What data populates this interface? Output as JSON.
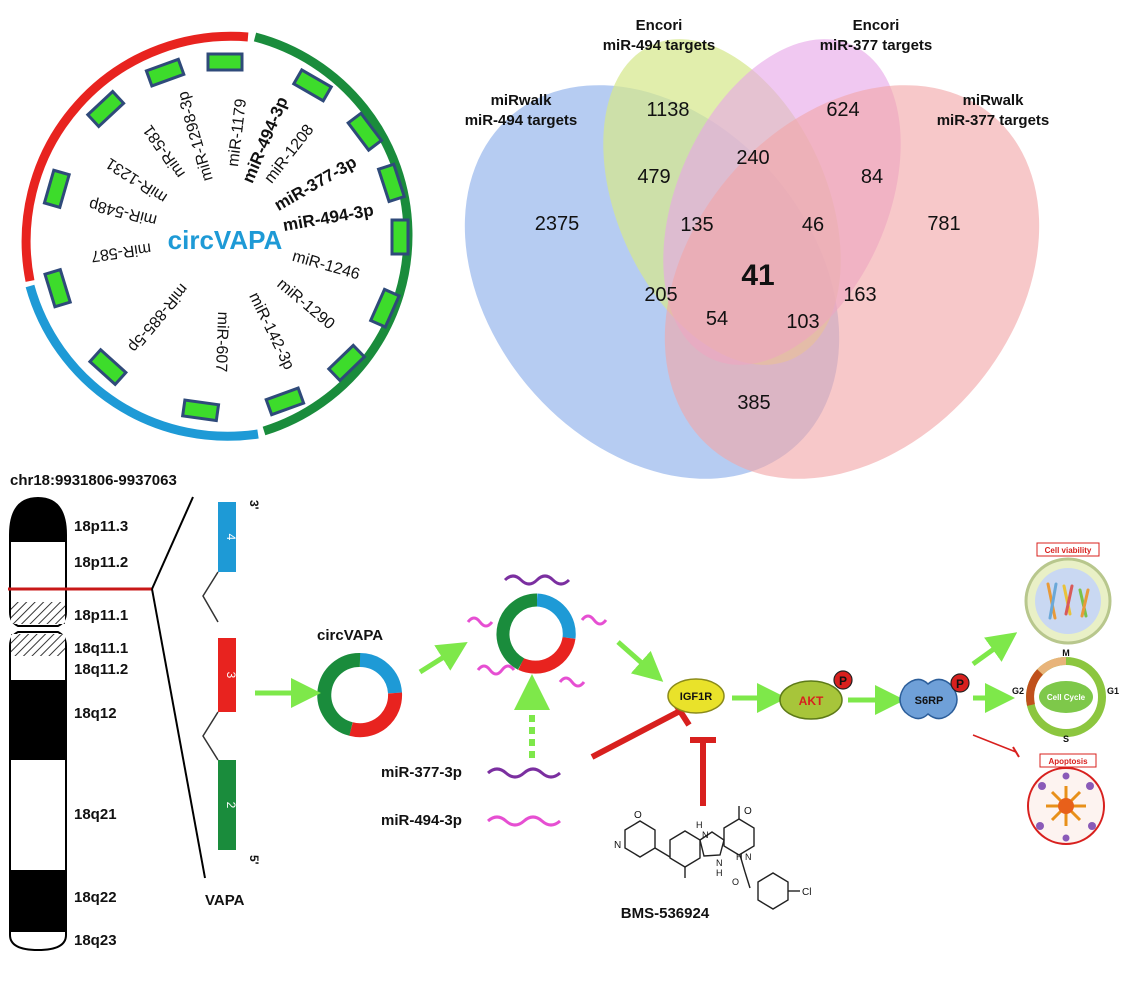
{
  "circ": {
    "center_label": "circVAPA",
    "mirnas": [
      "miR-1179",
      "miR-494-3p",
      "miR-1208",
      "miR-377-3p",
      "miR-494-3p",
      "miR-1246",
      "miR-1290",
      "miR-142-3p",
      "miR-607",
      "miR-885-5p",
      "miR-587",
      "miR-548p",
      "miR-1231",
      "miR-581",
      "miR-1298-3p"
    ],
    "bold": [
      "miR-494-3p",
      "miR-377-3p"
    ],
    "colors": {
      "red": "#e8231f",
      "green": "#1a8c3c",
      "blue": "#1e9ad6",
      "site": "#3ddc2b",
      "site_border": "#2f4a7a"
    }
  },
  "venn": {
    "sets": [
      {
        "label1": "miRwalk",
        "label2": "miR-494 targets",
        "color": "#9dbbed"
      },
      {
        "label1": "Encori",
        "label2": "miR-494 targets",
        "color": "#d6e88c"
      },
      {
        "label1": "Encori",
        "label2": "miR-377 targets",
        "color": "#e7a7e8"
      },
      {
        "label1": "miRwalk",
        "label2": "miR-377 targets",
        "color": "#f2a6a8"
      }
    ],
    "counts": [
      "2375",
      "1138",
      "624",
      "781",
      "479",
      "240",
      "84",
      "135",
      "46",
      "205",
      "41",
      "163",
      "54",
      "103",
      "385"
    ]
  },
  "chromosome": {
    "locus": "chr18:9931806-9937063",
    "bands": [
      "18p11.3",
      "18p11.2",
      "18p11.1",
      "18q11.1",
      "18q11.2",
      "18q12",
      "18q21",
      "18q22",
      "18q23"
    ]
  },
  "gene": {
    "name": "VAPA",
    "exons": [
      "4",
      "3",
      "2"
    ],
    "end3": "3'",
    "end5": "5'"
  },
  "pathway": {
    "circ_label": "circVAPA",
    "mir377": "miR-377-3p",
    "mir494": "miR-494-3p",
    "igf1r": "IGF1R",
    "akt": "AKT",
    "s6rp": "S6RP",
    "p": "P",
    "drug": "BMS-536924",
    "cell_viability": "Cell viability",
    "cell_cycle": "Cell Cycle",
    "phases": [
      "M",
      "G1",
      "S",
      "G2"
    ],
    "apoptosis": "Apoptosis",
    "drug_atoms": [
      "N",
      "O",
      "H",
      "N",
      "N",
      "H",
      "O",
      "H",
      "N",
      "O",
      "Cl"
    ]
  }
}
